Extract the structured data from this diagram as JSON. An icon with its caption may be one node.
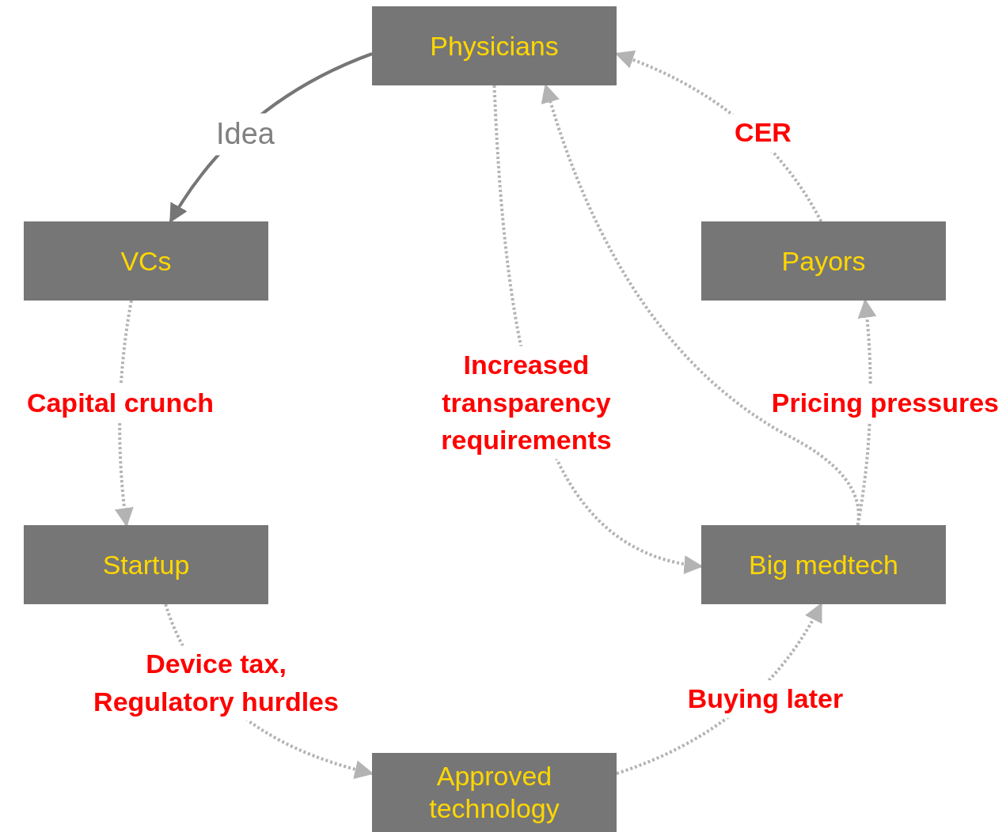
{
  "diagram": {
    "nodes": [
      {
        "text": [
          "Physicians"
        ]
      },
      {
        "text": [
          "VCs"
        ]
      },
      {
        "text": [
          "Payors"
        ]
      },
      {
        "text": [
          "Startup"
        ]
      },
      {
        "text": [
          "Big medtech"
        ]
      },
      {
        "text": [
          "Approved technology"
        ]
      }
    ],
    "edges": [
      {
        "from": 0,
        "to": 1,
        "arrow": "to",
        "label": "Idea",
        "color": "#767676"
      },
      {
        "from": 1,
        "to": 3,
        "arrow": "to",
        "label": "Capital crunch",
        "style": "dashed"
      },
      {
        "from": 3,
        "to": 5,
        "arrow": "to",
        "label": "Device tax, Regulatory hurdles",
        "style": "dashed"
      },
      {
        "from": 5,
        "to": 4,
        "arrow": "to",
        "label": "Buying later",
        "style": "dashed"
      },
      {
        "from": 4,
        "to": 2,
        "arrow": "to",
        "label": "Pricing pressures",
        "style": "dashed"
      },
      {
        "from": 2,
        "to": 0,
        "arrow": "to",
        "label": "CER",
        "style": "dashed"
      },
      {
        "from": 0,
        "to": 4,
        "arrow": "to",
        "label": "Increased transparency requirements",
        "style": "dashed"
      },
      {
        "from": 4,
        "to": 0,
        "arrow": "to",
        "style": "dashed"
      }
    ]
  }
}
